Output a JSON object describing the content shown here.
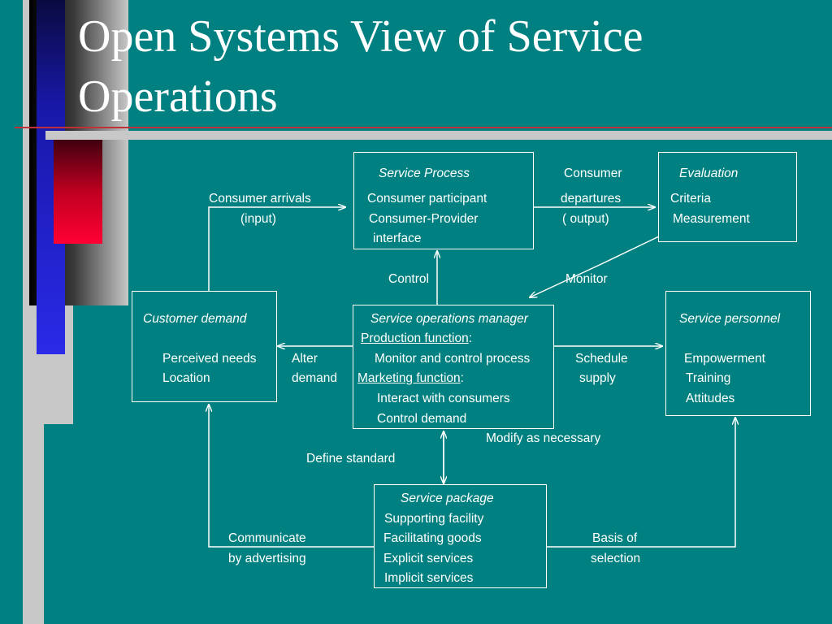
{
  "title": "Open Systems View of Service Operations",
  "colors": {
    "background": "#008080",
    "accent_red": "#ff0033",
    "accent_blue": "#2a2ae8",
    "accent_gray": "#c8c8c8"
  },
  "service_process": {
    "heading": "Service Process",
    "lines": [
      "Consumer participant",
      "Consumer-Provider",
      "interface"
    ]
  },
  "evaluation": {
    "heading": "Evaluation",
    "lines": [
      "Criteria",
      "Measurement"
    ]
  },
  "customer_demand": {
    "heading": "Customer demand",
    "lines": [
      "Perceived needs",
      "Location"
    ]
  },
  "manager": {
    "heading": "Service operations manager",
    "production_label": "Production function",
    "production_colon": ":",
    "production_items": [
      "Monitor and control process"
    ],
    "marketing_label": "Marketing function",
    "marketing_colon": ":",
    "marketing_items": [
      "Interact with consumers",
      "Control demand"
    ]
  },
  "personnel": {
    "heading": "Service personnel",
    "lines": [
      "Empowerment",
      "Training",
      "Attitudes"
    ]
  },
  "package": {
    "heading": "Service package",
    "lines": [
      "Supporting facility",
      "Facilitating goods",
      "Explicit services",
      "Implicit services"
    ]
  },
  "labels": {
    "arrivals_1": "Consumer  arrivals",
    "arrivals_2": "(input)",
    "departures_1": "Consumer",
    "departures_2": "departures",
    "departures_3": "( output)",
    "control": "Control",
    "monitor": "Monitor",
    "alter_1": "Alter",
    "alter_2": "demand",
    "schedule_1": "Schedule",
    "schedule_2": "supply",
    "modify": "Modify as necessary",
    "define": "Define standard",
    "communicate_1": "Communicate",
    "communicate_2": "by advertising",
    "basis_1": "Basis of",
    "basis_2": "selection"
  }
}
